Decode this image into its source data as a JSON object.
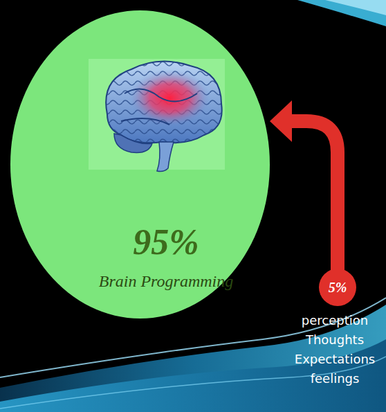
{
  "diagram": {
    "nodes": [
      {
        "text": [
          "95%",
          "Brain Programming"
        ]
      },
      {
        "text": [
          "5%"
        ]
      }
    ],
    "edges": [
      {
        "from": 1,
        "to": 0,
        "arrow": "to"
      }
    ],
    "labels": [
      "perception",
      "Thoughts",
      "Expectations",
      "feelings"
    ]
  }
}
